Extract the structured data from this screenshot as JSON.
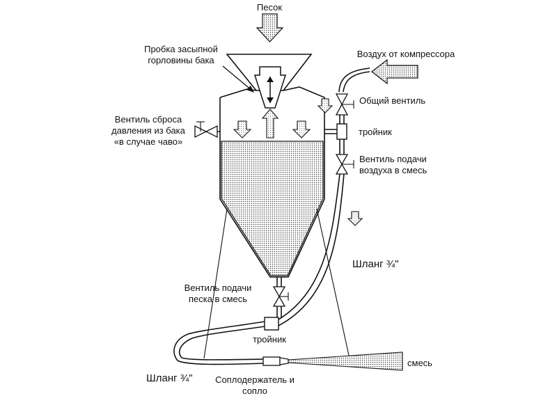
{
  "labels": {
    "sand": "Песок",
    "plug_line1": "Пробка засыпной",
    "plug_line2": "горловины бака",
    "air": "Воздух от компрессора",
    "main_valve": "Общий вентиль",
    "relief_line1": "Вентиль сброса",
    "relief_line2": "давления из бака",
    "relief_line3": "«в случае чаво»",
    "tee_top": "тройник",
    "air_valve_line1": "Вентиль подачи",
    "air_valve_line2": "воздуха в смесь",
    "hose_right": "Шланг ¾\"",
    "sand_valve_line1": "Вентиль подачи",
    "sand_valve_line2": "песка в смесь",
    "tee_bottom": "тройник",
    "hose_left": "Шланг ¾\"",
    "nozzle_line1": "Соплодержатель и",
    "nozzle_line2": "сопло",
    "mix": "смесь"
  },
  "colors": {
    "line": "#111111",
    "dots": "#555555",
    "background": "#ffffff"
  }
}
